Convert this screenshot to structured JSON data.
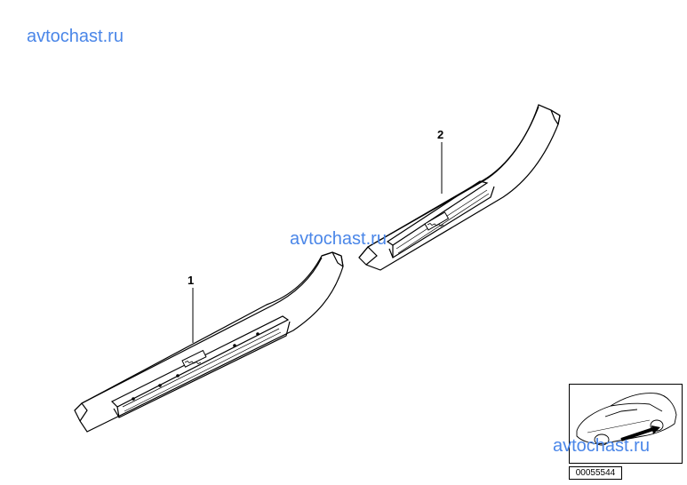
{
  "watermarks": [
    "avtochast.ru",
    "avtochast.ru",
    "avtochast.ru"
  ],
  "callouts": [
    "1",
    "2"
  ],
  "part_number": "00055544",
  "colors": {
    "watermark": "#4a86e8",
    "line": "#000000"
  }
}
